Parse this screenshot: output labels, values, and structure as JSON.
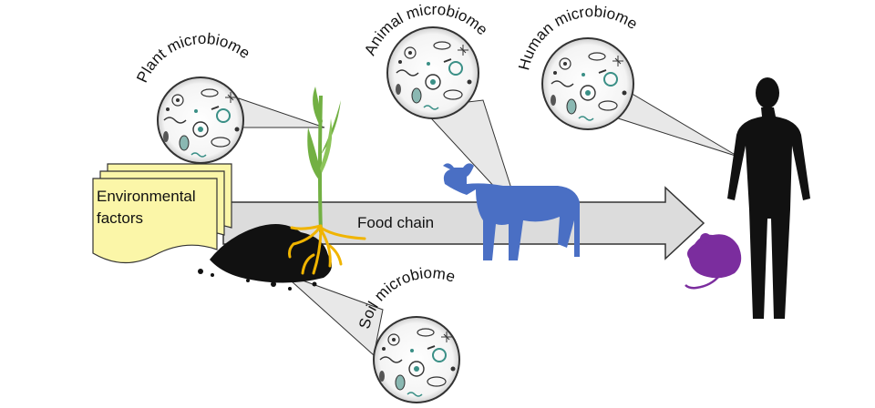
{
  "diagram": {
    "title": "Microbiome transfer along the food chain",
    "environment_box": {
      "line1": "Environmental",
      "line2": "factors"
    },
    "arrow_label": "Food chain",
    "microbiomes": [
      {
        "id": "plant",
        "label": "Plant microbiome"
      },
      {
        "id": "animal",
        "label": "Animal microbiome"
      },
      {
        "id": "human",
        "label": "Human microbiome"
      },
      {
        "id": "soil",
        "label": "Soil microbiome"
      }
    ],
    "colors": {
      "arrow_fill": "#dcdcdc",
      "arrow_stroke": "#333333",
      "note_fill": "#fbf6a8",
      "plant_green": "#72b043",
      "roots_yellow": "#f0b400",
      "soil_black": "#111111",
      "cow_blue": "#4a6fc4",
      "human_black": "#111111",
      "mouse_purple": "#7b2d9e",
      "callout_fill": "#e8e8e8"
    }
  }
}
